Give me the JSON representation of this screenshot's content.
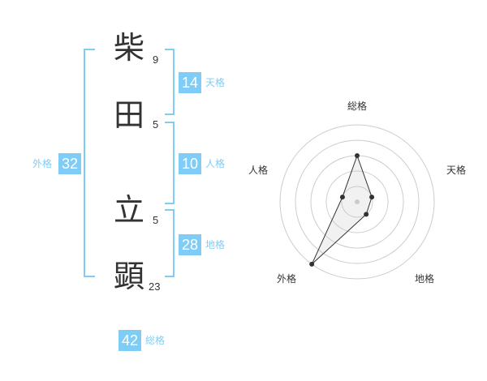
{
  "characters": [
    {
      "char": "柴",
      "strokes": "9"
    },
    {
      "char": "田",
      "strokes": "5"
    },
    {
      "char": "立",
      "strokes": "5"
    },
    {
      "char": "顕",
      "strokes": "23"
    }
  ],
  "fortunes": {
    "tenkaku": {
      "value": "14",
      "label": "天格"
    },
    "jinkaku": {
      "value": "10",
      "label": "人格"
    },
    "chikaku": {
      "value": "28",
      "label": "地格"
    },
    "gaikaku": {
      "value": "32",
      "label": "外格"
    },
    "soukaku": {
      "value": "42",
      "label": "総格"
    }
  },
  "colors": {
    "accent": "#7fcdf6",
    "text": "#333333",
    "grid": "#cccccc"
  },
  "chart_data": {
    "type": "radar",
    "axes": [
      "総格",
      "天格",
      "地格",
      "外格",
      "人格"
    ],
    "values": [
      3,
      1,
      1,
      5,
      1
    ],
    "max": 5
  }
}
